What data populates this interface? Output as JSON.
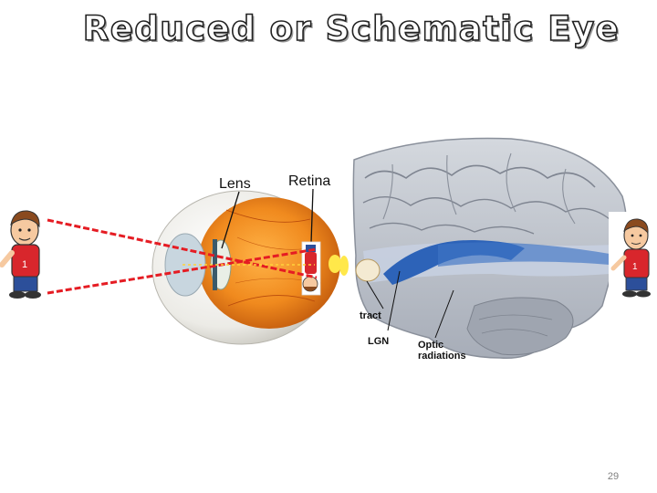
{
  "slide": {
    "title": "Reduced or Schematic Eye",
    "number": "29"
  },
  "eye_figure": {
    "labels": {
      "lens": "Lens",
      "retina": "Retina"
    }
  },
  "brain_figure": {
    "labels": {
      "tract": "tract",
      "lgn": "LGN",
      "optic_radiations_line1": "Optic",
      "optic_radiations_line2": "radiations"
    }
  },
  "colors": {
    "ray": "#e51c23",
    "eyeball": "#f08a1e",
    "brain_gray": "#b7bcc6",
    "visual_pathway": "#2d63b8",
    "boy_shirt": "#d8262c"
  }
}
